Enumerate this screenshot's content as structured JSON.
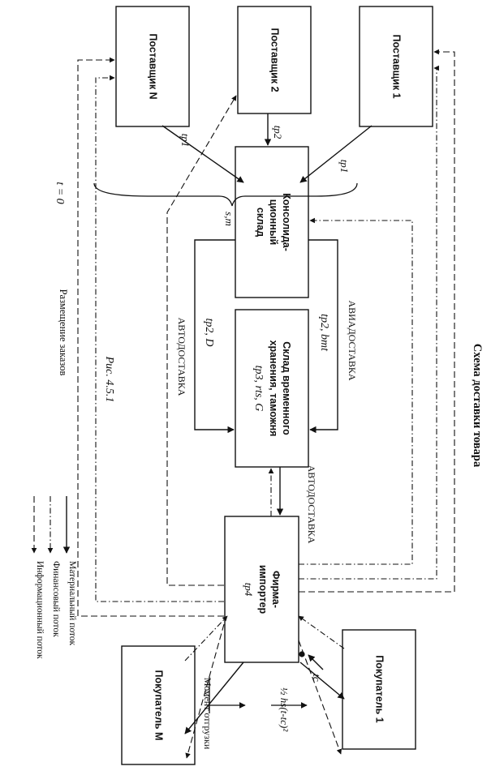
{
  "title": "Схема доставки товара",
  "caption": "Рис. 4.5.1",
  "boxes": {
    "supplier_n": "Поставщик N",
    "supplier_2": "Поставщик 2",
    "supplier_1": "Поставщик 1",
    "consolidation_l1": "Консолида-",
    "consolidation_l2": "ционный",
    "consolidation_l3": "склад",
    "temp_storage_l1": "Склад временного",
    "temp_storage_l2": "хранения, таможня",
    "temp_storage_param": "tp3, rts, G",
    "importer_l1": "Фирма-",
    "importer_l2": "импортер",
    "importer_param": "tp4",
    "buyer_m": "Покупатель М",
    "buyer_1": "Покупатель 1"
  },
  "labels": {
    "tp1_left": "tp1",
    "tp2_top": "tp2",
    "tp1_right": "tp1",
    "t_zero": "t = 0",
    "sm": "s,m",
    "avto_left": "АВТОДОСТАВКА",
    "tp2_d": "tp2, D",
    "avia": "АВИАДОСТАВКА",
    "tp2_bmt": "tp2, bmt",
    "avto_right": "АВТОДОСТАВКА",
    "order_placement": "Размещение заказов",
    "tc": "tc",
    "shipment_moment": "Момент отгрузки",
    "formula": "½ hs(t-tc)²"
  },
  "legend": [
    {
      "type": "material",
      "label": "Материальный поток"
    },
    {
      "type": "financial",
      "label": "Финансовый поток"
    },
    {
      "type": "informational",
      "label": "Информационный поток"
    }
  ]
}
